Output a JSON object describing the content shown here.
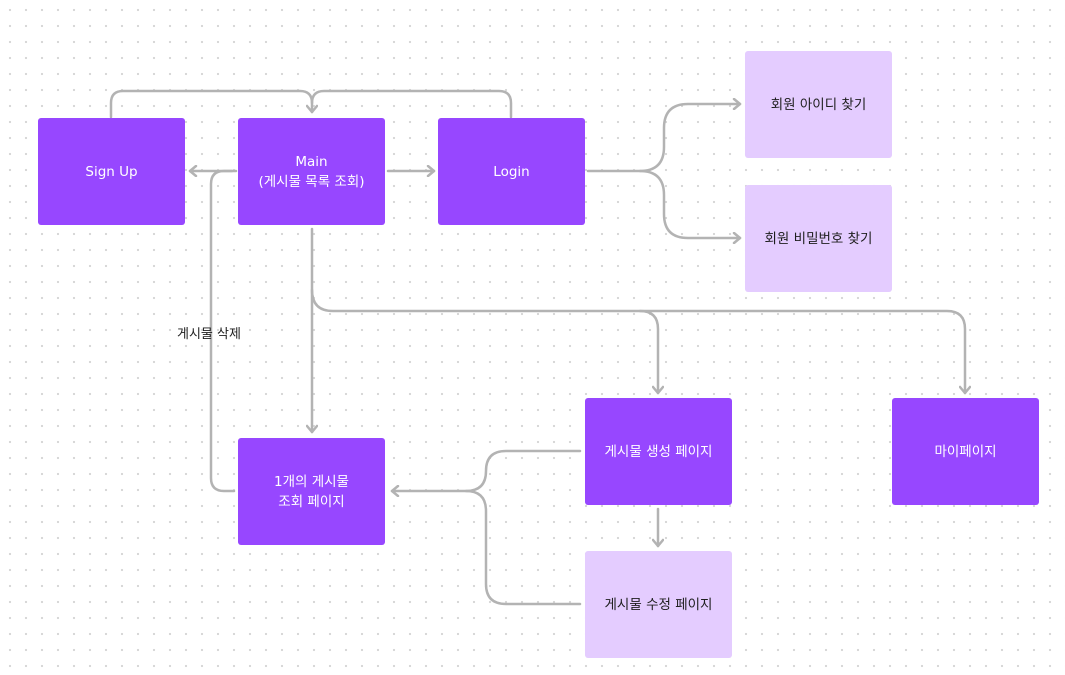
{
  "diagram": {
    "colors": {
      "primary_node": "#9747ff",
      "secondary_node": "#e4ccff",
      "connector": "#b3b3b3",
      "canvas": "#ffffff"
    },
    "nodes": {
      "signup": "Sign Up",
      "main": "Main\n(게시물 목록 조회)",
      "login": "Login",
      "find_id": "회원 아이디 찾기",
      "find_password": "회원 비밀번호 찾기",
      "post_detail": "1개의 게시물\n조회 페이지",
      "post_create": "게시물 생성 페이지",
      "post_edit": "게시물 수정 페이지",
      "mypage": "마이페이지"
    },
    "edge_labels": {
      "delete_post": "게시물 삭제"
    },
    "edges": [
      {
        "from": "signup",
        "to": "main"
      },
      {
        "from": "login",
        "to": "main"
      },
      {
        "from": "main",
        "to": "signup"
      },
      {
        "from": "main",
        "to": "login"
      },
      {
        "from": "login",
        "to": "find_id"
      },
      {
        "from": "login",
        "to": "find_password"
      },
      {
        "from": "main",
        "to": "post_detail"
      },
      {
        "from": "main",
        "to": "post_create"
      },
      {
        "from": "main",
        "to": "mypage"
      },
      {
        "from": "post_detail",
        "to": "signup",
        "label": "게시물 삭제"
      },
      {
        "from": "post_create",
        "to": "post_detail"
      },
      {
        "from": "post_edit",
        "to": "post_detail"
      },
      {
        "from": "post_create",
        "to": "post_edit"
      }
    ]
  }
}
